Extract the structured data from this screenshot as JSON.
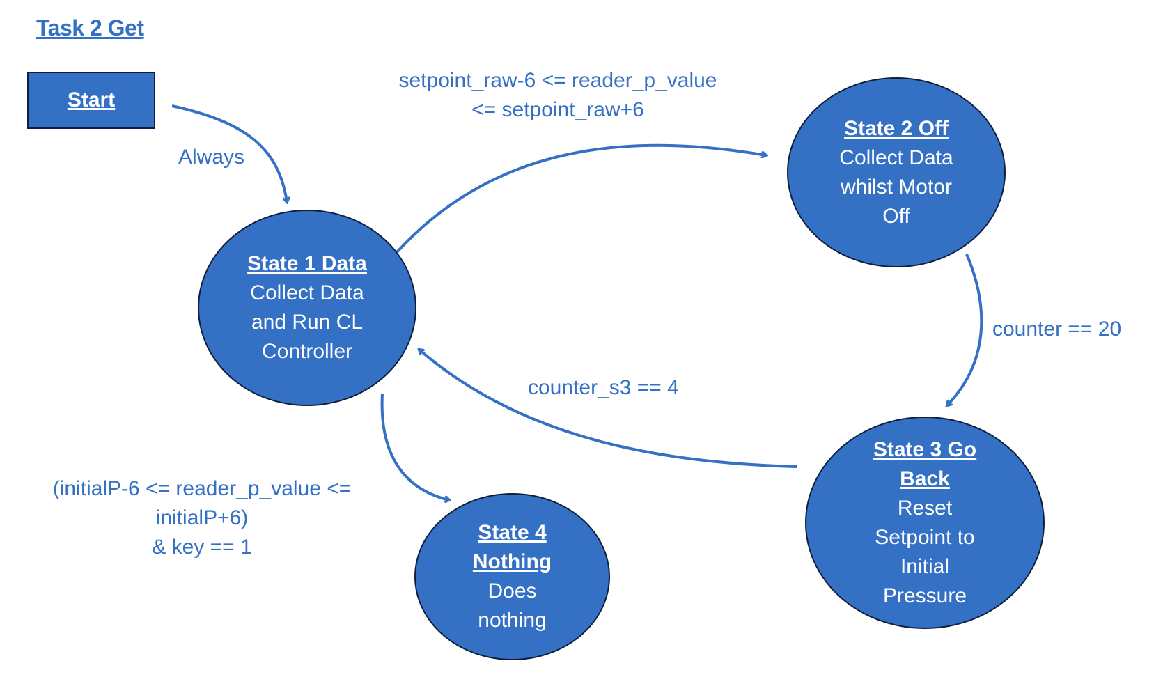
{
  "colors": {
    "node_fill": "#3470c4",
    "node_border": "#0e1f3d",
    "accent_text": "#3470c4",
    "arrow": "#3470c4"
  },
  "title": "Task 2 Get",
  "start": {
    "label": "Start"
  },
  "states": {
    "s1": {
      "heading": "State 1 Data",
      "description": "Collect Data\nand Run CL\nController"
    },
    "s2": {
      "heading": "State 2 Off",
      "description": "Collect Data\nwhilst Motor\nOff"
    },
    "s3": {
      "heading": "State 3 Go\nBack",
      "description": "Reset\nSetpoint to\nInitial\nPressure"
    },
    "s4": {
      "heading": "State 4\nNothing",
      "description": "Does\nnothing"
    }
  },
  "transitions": {
    "start_to_s1": "Always",
    "s1_to_s2": "setpoint_raw-6 <= reader_p_value\n<= setpoint_raw+6",
    "s2_to_s3": "counter == 20",
    "s3_to_s1": "counter_s3 == 4",
    "s1_to_s4": "(initialP-6 <= reader_p_value <=\ninitialP+6)\n&  key == 1"
  }
}
